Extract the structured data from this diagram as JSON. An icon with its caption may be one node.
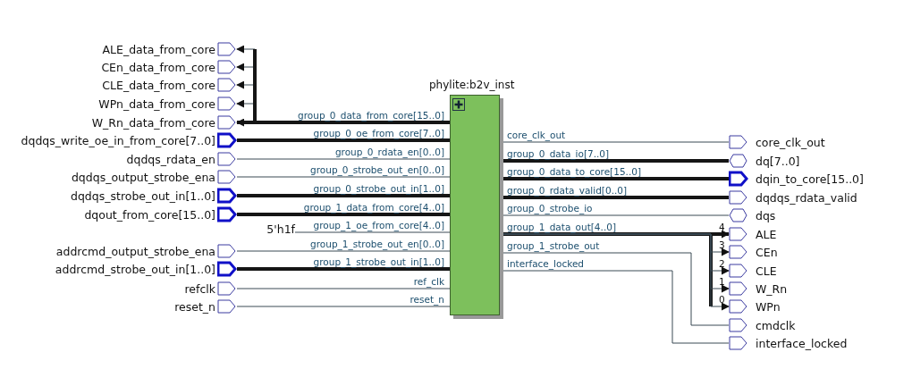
{
  "diagram": {
    "nodes": [
      {
        "text": [
          "ALE_data_from_core"
        ]
      },
      {
        "text": [
          "CEn_data_from_core"
        ]
      },
      {
        "text": [
          "CLE_data_from_core"
        ]
      },
      {
        "text": [
          "WPn_data_from_core"
        ]
      },
      {
        "text": [
          "W_Rn_data_from_core"
        ]
      },
      {
        "text": [
          "dqdqs_write_oe_in_from_core[7..0]"
        ]
      },
      {
        "text": [
          "dqdqs_rdata_en"
        ]
      },
      {
        "text": [
          "dqdqs_output_strobe_ena"
        ]
      },
      {
        "text": [
          "dqdqs_strobe_out_in[1..0]"
        ]
      },
      {
        "text": [
          "dqout_from_core[15..0]"
        ]
      },
      {
        "text": [
          "5'h1f"
        ]
      },
      {
        "text": [
          "addrcmd_output_strobe_ena"
        ]
      },
      {
        "text": [
          "addrcmd_strobe_out_in[1..0]"
        ]
      },
      {
        "text": [
          "refclk"
        ]
      },
      {
        "text": [
          "reset_n"
        ]
      },
      {
        "text": [
          "phylite:b2v_inst"
        ]
      },
      {
        "text": [
          "core_clk_out"
        ]
      },
      {
        "text": [
          "dq[7..0]"
        ]
      },
      {
        "text": [
          "dqin_to_core[15..0]"
        ]
      },
      {
        "text": [
          "dqdqs_rdata_valid"
        ]
      },
      {
        "text": [
          "dqs"
        ]
      },
      {
        "text": [
          "ALE"
        ]
      },
      {
        "text": [
          "CEn"
        ]
      },
      {
        "text": [
          "CLE"
        ]
      },
      {
        "text": [
          "W_Rn"
        ]
      },
      {
        "text": [
          "WPn"
        ]
      },
      {
        "text": [
          "cmdclk"
        ]
      },
      {
        "text": [
          "interface_locked"
        ]
      }
    ],
    "edges": [
      {
        "from": 15,
        "to": 0,
        "arrow": "to"
      },
      {
        "from": 15,
        "to": 1,
        "arrow": "to"
      },
      {
        "from": 15,
        "to": 2,
        "arrow": "to"
      },
      {
        "from": 15,
        "to": 3,
        "arrow": "to"
      },
      {
        "from": 15,
        "to": 4,
        "arrow": "to",
        "style": "thick",
        "label": "group_0_data_from_core[15..0]"
      },
      {
        "from": 5,
        "to": 15,
        "arrow": "none",
        "style": "thick",
        "label": "group_0_oe_from_core[7..0]"
      },
      {
        "from": 6,
        "to": 15,
        "arrow": "none",
        "label": "group_0_rdata_en[0..0]"
      },
      {
        "from": 7,
        "to": 15,
        "arrow": "none",
        "label": "group_0_strobe_out_en[0..0]"
      },
      {
        "from": 8,
        "to": 15,
        "arrow": "none",
        "style": "thick",
        "label": "group_0_strobe_out_in[1..0]"
      },
      {
        "from": 9,
        "to": 15,
        "arrow": "none",
        "style": "thick",
        "label": "group_1_data_from_core[4..0]"
      },
      {
        "from": 10,
        "to": 15,
        "arrow": "none",
        "label": "group_1_oe_from_core[4..0]"
      },
      {
        "from": 11,
        "to": 15,
        "arrow": "none",
        "label": "group_1_strobe_out_en[0..0]"
      },
      {
        "from": 12,
        "to": 15,
        "arrow": "none",
        "style": "thick",
        "label": "group_1_strobe_out_in[1..0]"
      },
      {
        "from": 13,
        "to": 15,
        "arrow": "none",
        "label": "ref_clk"
      },
      {
        "from": 14,
        "to": 15,
        "arrow": "none",
        "label": "reset_n"
      },
      {
        "from": 15,
        "to": 16,
        "arrow": "none",
        "label": "core_clk_out"
      },
      {
        "from": 15,
        "to": 17,
        "arrow": "none",
        "style": "thick",
        "label": "group_0_data_io[7..0]"
      },
      {
        "from": 15,
        "to": 18,
        "arrow": "none",
        "style": "thick",
        "label": "group_0_data_to_core[15..0]"
      },
      {
        "from": 15,
        "to": 19,
        "arrow": "none",
        "style": "thick",
        "label": "group_0_rdata_valid[0..0]"
      },
      {
        "from": 15,
        "to": 20,
        "arrow": "none",
        "label": "group_0_strobe_io"
      },
      {
        "from": 15,
        "to": 21,
        "arrow": "to",
        "style": "thick",
        "label": "group_1_data_out[4..0]"
      },
      {
        "from": 15,
        "to": 22,
        "arrow": "to"
      },
      {
        "from": 15,
        "to": 23,
        "arrow": "to"
      },
      {
        "from": 15,
        "to": 24,
        "arrow": "to"
      },
      {
        "from": 15,
        "to": 25,
        "arrow": "to"
      },
      {
        "from": 15,
        "to": 26,
        "arrow": "none",
        "label": "group_1_strobe_out"
      },
      {
        "from": 15,
        "to": 27,
        "arrow": "none",
        "label": "interface_locked"
      }
    ],
    "labels": [
      "4",
      "3",
      "2",
      "1",
      "0"
    ]
  }
}
